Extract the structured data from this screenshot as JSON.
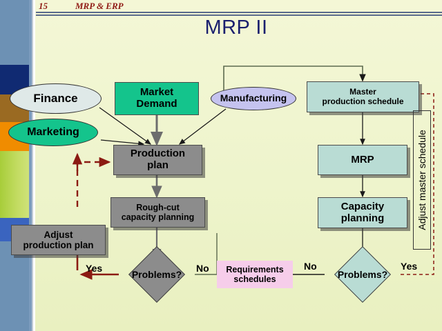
{
  "header": {
    "slide_number": "15",
    "section": "MRP & ERP"
  },
  "title": "MRP II",
  "colors": {
    "slide_bg": "#eef4cc",
    "title": "#1a1f6e",
    "header_text": "#8f1a14",
    "gray_box": "#8c8c8c",
    "teal_box": "#b9dcd4",
    "green_box": "#14c48c",
    "lavender": "#c5c3ef",
    "pale_blue": "#dfe9e8",
    "pink_box": "#f6cdea",
    "feedback_arrow": "#8b1a12"
  },
  "diagram": {
    "type": "flowchart",
    "nodes": [
      {
        "id": "finance",
        "label": "Finance",
        "shape": "ellipse",
        "fill": "#dfe9e8"
      },
      {
        "id": "marketing",
        "label": "Marketing",
        "shape": "ellipse",
        "fill": "#14c48c"
      },
      {
        "id": "market_demand",
        "label": "Market\nDemand",
        "shape": "rect",
        "fill": "#14c48c"
      },
      {
        "id": "manufacturing",
        "label": "Manufacturing",
        "shape": "ellipse",
        "fill": "#c5c3ef"
      },
      {
        "id": "mps",
        "label": "Master\nproduction schedule",
        "shape": "rect",
        "fill": "#b9dcd4"
      },
      {
        "id": "prod_plan",
        "label": "Production\nplan",
        "shape": "rect",
        "fill": "#8c8c8c"
      },
      {
        "id": "mrp",
        "label": "MRP",
        "shape": "rect",
        "fill": "#b9dcd4"
      },
      {
        "id": "rough_cut",
        "label": "Rough-cut\ncapacity planning",
        "shape": "rect",
        "fill": "#8c8c8c"
      },
      {
        "id": "capacity",
        "label": "Capacity\nplanning",
        "shape": "rect",
        "fill": "#b9dcd4"
      },
      {
        "id": "adjust_plan",
        "label": "Adjust\nproduction plan",
        "shape": "rect",
        "fill": "#8c8c8c"
      },
      {
        "id": "problems_l",
        "label": "Problems?",
        "shape": "diamond",
        "fill": "#8c8c8c"
      },
      {
        "id": "problems_r",
        "label": "Problems?",
        "shape": "diamond",
        "fill": "#b9dcd4"
      },
      {
        "id": "requirements",
        "label": "Requirements\nschedules",
        "shape": "rect",
        "fill": "#f6cdea"
      },
      {
        "id": "adjust_mps",
        "label": "Adjust master schedule",
        "shape": "vertical-label"
      }
    ],
    "edge_labels": {
      "left_yes": "Yes",
      "left_no": "No",
      "right_no": "No",
      "right_yes": "Yes"
    }
  },
  "nodes_text": {
    "finance": "Finance",
    "marketing": "Marketing",
    "market_demand_l1": "Market",
    "market_demand_l2": "Demand",
    "manufacturing": "Manufacturing",
    "mps_l1": "Master",
    "mps_l2": "production schedule",
    "prod_plan_l1": "Production",
    "prod_plan_l2": "plan",
    "mrp": "MRP",
    "rough_cut_l1": "Rough-cut",
    "rough_cut_l2": "capacity planning",
    "capacity_l1": "Capacity",
    "capacity_l2": "planning",
    "adjust_plan_l1": "Adjust",
    "adjust_plan_l2": "production plan",
    "problems_left": "Problems?",
    "problems_right": "Problems?",
    "requirements_l1": "Requirements",
    "requirements_l2": "schedules",
    "adjust_mps": "Adjust master schedule",
    "yes_left": "Yes",
    "no_left": "No",
    "no_right": "No",
    "yes_right": "Yes"
  }
}
